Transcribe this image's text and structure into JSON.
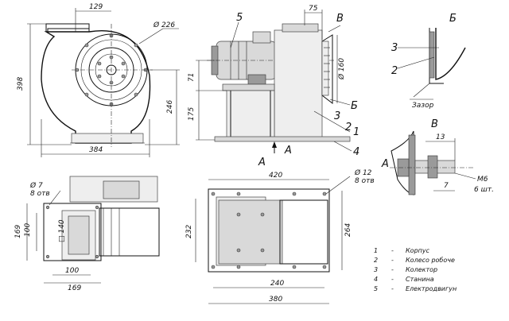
{
  "dims": {
    "front_width_top": "129",
    "front_dia": "Ø 226",
    "front_height": "398",
    "front_246": "246",
    "front_width": "384",
    "side_75": "75",
    "side_dia160": "Ø 160",
    "side_71": "71",
    "side_175": "175",
    "bot_hole": "Ø 7",
    "bot_holes_count": "8 отв",
    "bot_169v": "169",
    "bot_100v": "100",
    "bot_140": "□ 140",
    "bot_100h": "100",
    "bot_169h": "169",
    "plan_420": "420",
    "plan_hole": "Ø 12",
    "plan_holes_count": "8 отв",
    "plan_232": "232",
    "plan_264": "264",
    "plan_240": "240",
    "plan_380": "380",
    "detB_13": "13",
    "detB_7": "7",
    "detB_m6": "M6",
    "detB_qty": "6 шт."
  },
  "labels": {
    "view_a_left": "A",
    "view_a_right": "A",
    "view_a_bottom": "A",
    "b_left": "Б",
    "b_detail_title": "Б",
    "v_left": "В",
    "v_detail_title": "В",
    "num1": "1",
    "num2": "2",
    "num3": "3",
    "num4": "4",
    "num5": "5",
    "zazor": "Зазор",
    "detail_num2": "2",
    "detail_num3": "3"
  },
  "legend": [
    {
      "num": "1",
      "dash": "-",
      "text": "Корпус"
    },
    {
      "num": "2",
      "dash": "-",
      "text": "Колесо робоче"
    },
    {
      "num": "3",
      "dash": "-",
      "text": "Колектор"
    },
    {
      "num": "4",
      "dash": "-",
      "text": "Станина"
    },
    {
      "num": "5",
      "dash": "-",
      "text": "Електродвигун"
    }
  ]
}
